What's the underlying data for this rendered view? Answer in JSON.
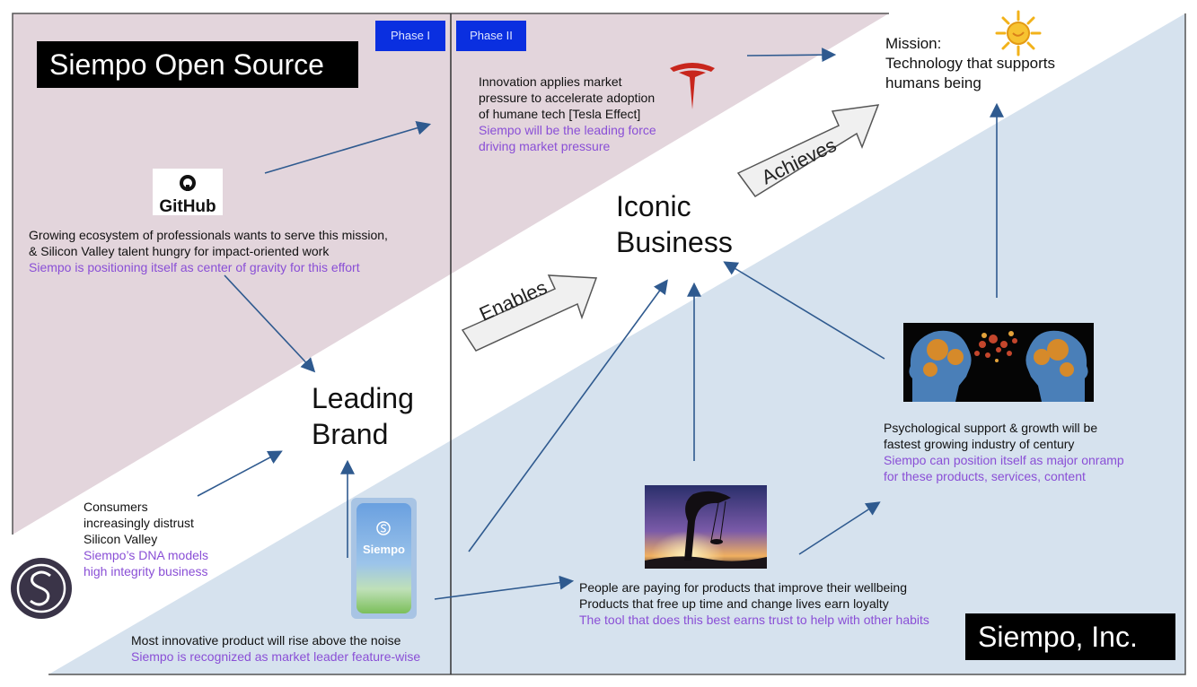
{
  "phases": [
    "Phase I",
    "Phase II"
  ],
  "banners": {
    "open_source": "Siempo Open Source",
    "inc": "Siempo, Inc."
  },
  "mission": {
    "lines": [
      "Mission:",
      "Technology that supports",
      "humans being"
    ]
  },
  "nodes": {
    "leading_brand": [
      "Leading",
      "Brand"
    ],
    "iconic_business": [
      "Iconic",
      "Business"
    ]
  },
  "arrow_labels": {
    "enables": "Enables",
    "achieves": "Achieves"
  },
  "github": {
    "logo_text": "GitHub"
  },
  "app_screen": {
    "label": "Siempo"
  },
  "blocks": {
    "innovation": {
      "lines": [
        "Innovation applies market",
        "pressure to accelerate adoption",
        "of humane tech [Tesla Effect]"
      ],
      "highlight": [
        "Siempo will be the leading force",
        "driving market pressure"
      ]
    },
    "ecosystem": {
      "lines": [
        "Growing ecosystem of professionals wants to serve this mission,",
        "& Silicon Valley talent hungry for impact-oriented work"
      ],
      "highlight": [
        "Siempo is positioning itself as center of gravity for this effort"
      ]
    },
    "consumers": {
      "lines": [
        "Consumers",
        "increasingly distrust",
        "Silicon Valley"
      ],
      "highlight": [
        "Siempo’s DNA models",
        "high integrity business"
      ]
    },
    "innovative_product": {
      "lines": [
        "Most innovative product will rise above the noise"
      ],
      "highlight": [
        "Siempo is recognized as market leader feature-wise"
      ]
    },
    "wellbeing": {
      "lines": [
        "People are paying for products that improve their wellbeing",
        "Products that free up time and change lives earn loyalty"
      ],
      "highlight": [
        "The tool that does this best earns trust to help with other habits"
      ]
    },
    "psychological": {
      "lines": [
        "Psychological support & growth will be",
        "fastest growing industry of century"
      ],
      "highlight": [
        "Siempo can position itself as major onramp",
        "for these products, services, content"
      ]
    }
  },
  "colors": {
    "upper_region": "#e3d5dc",
    "lower_region": "#d6e2ee",
    "arrow": "#2f5a8f",
    "highlight_text": "#8a4fd6",
    "phase_badge": "#0a2fe0",
    "tesla_red": "#c8261d"
  }
}
